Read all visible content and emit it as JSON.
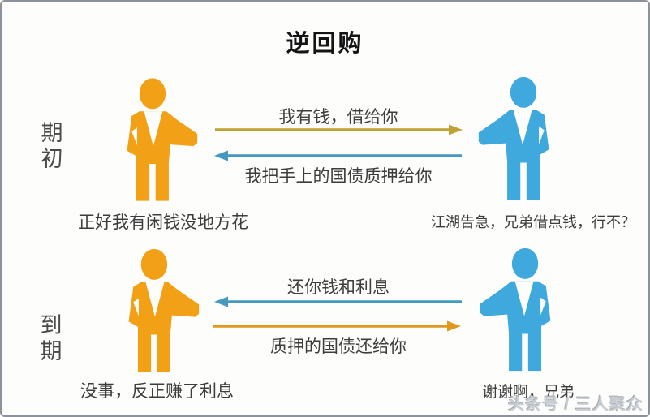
{
  "title": "逆回购",
  "watermark": "头条号 / 三人聚众",
  "colors": {
    "orange_figure": "#F2A117",
    "blue_figure": "#3FA8DC",
    "gold_arrow": "#BEA233",
    "blue_arrow": "#4598BF",
    "orange_arrow": "#E0991F"
  },
  "sections": [
    {
      "stage_label": "期初",
      "left_caption": "正好我有闲钱没地方花",
      "right_caption": "江湖告急，兄弟借点钱，行不？",
      "flows": [
        {
          "label": "我有钱，借给你",
          "direction": "right",
          "color_key": "gold_arrow"
        },
        {
          "label": "我把手上的国债质押给你",
          "direction": "left",
          "color_key": "blue_arrow"
        }
      ]
    },
    {
      "stage_label": "到期",
      "left_caption": "没事，反正赚了利息",
      "right_caption": "谢谢啊，兄弟",
      "flows": [
        {
          "label": "还你钱和利息",
          "direction": "left",
          "color_key": "blue_arrow"
        },
        {
          "label": "质押的国债还给你",
          "direction": "right",
          "color_key": "orange_arrow"
        }
      ]
    }
  ]
}
